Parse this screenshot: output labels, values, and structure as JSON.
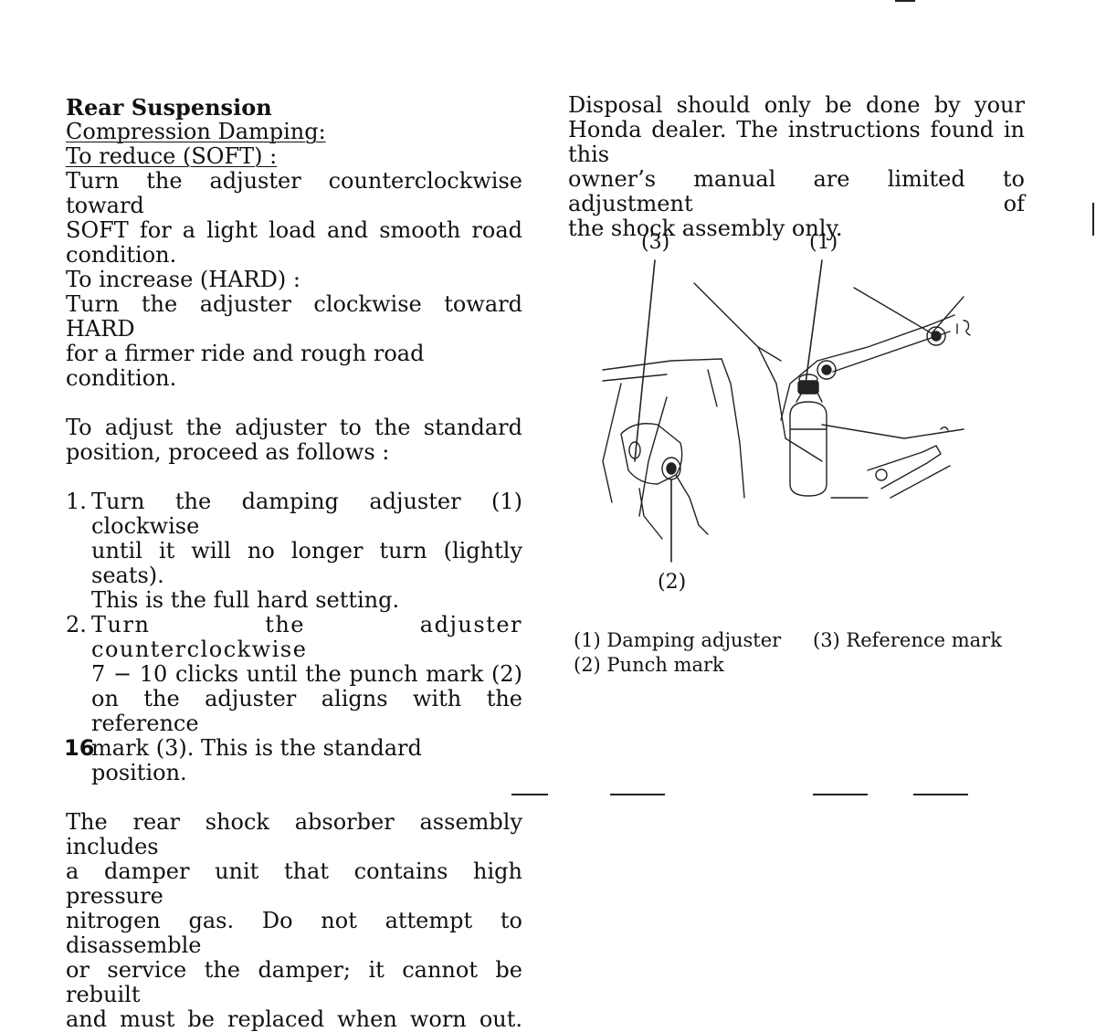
{
  "page": {
    "number": "16"
  },
  "left_column": {
    "heading": "Rear Suspension",
    "subheading": "Compression Damping:",
    "reduce_label": "To reduce (SOFT) :",
    "reduce_text_lines": [
      "Turn the adjuster counterclockwise toward",
      "SOFT for a light load and smooth road",
      "condition."
    ],
    "increase_label": "To increase (HARD) :",
    "increase_text_lines": [
      "Turn the adjuster clockwise toward HARD",
      "for a firmer ride and rough road condition."
    ],
    "standard_intro_lines": [
      "To adjust the adjuster to the standard",
      "position, proceed as follows :"
    ],
    "steps": [
      {
        "num": "1.",
        "lines": [
          "Turn the damping adjuster (1) clockwise",
          "until it will no longer turn (lightly seats).",
          "This is the full hard setting."
        ]
      },
      {
        "num": "2.",
        "lines": [
          "Turn the adjuster counterclockwise",
          "7 − 10 clicks until the punch mark (2)",
          "on the adjuster aligns with the reference",
          "mark (3). This is the standard position."
        ]
      }
    ],
    "warning_lines": [
      "The rear shock absorber assembly includes",
      "a damper unit that contains high pressure",
      "nitrogen gas. Do not attempt to disassemble",
      "or service the damper; it cannot be rebuilt",
      "and must be replaced when worn out."
    ]
  },
  "right_column": {
    "disposal_lines": [
      "Disposal should only be done by your",
      "Honda dealer. The instructions found in this",
      "owner’s manual are limited to adjustment of",
      "the shock assembly only."
    ]
  },
  "figure": {
    "callouts": {
      "c3": "(3)",
      "c1": "(1)",
      "c2": "(2)"
    },
    "legend": {
      "item1": "(1) Damping adjuster",
      "item3": "(3) Reference mark",
      "item2": "(2) Punch mark"
    }
  }
}
